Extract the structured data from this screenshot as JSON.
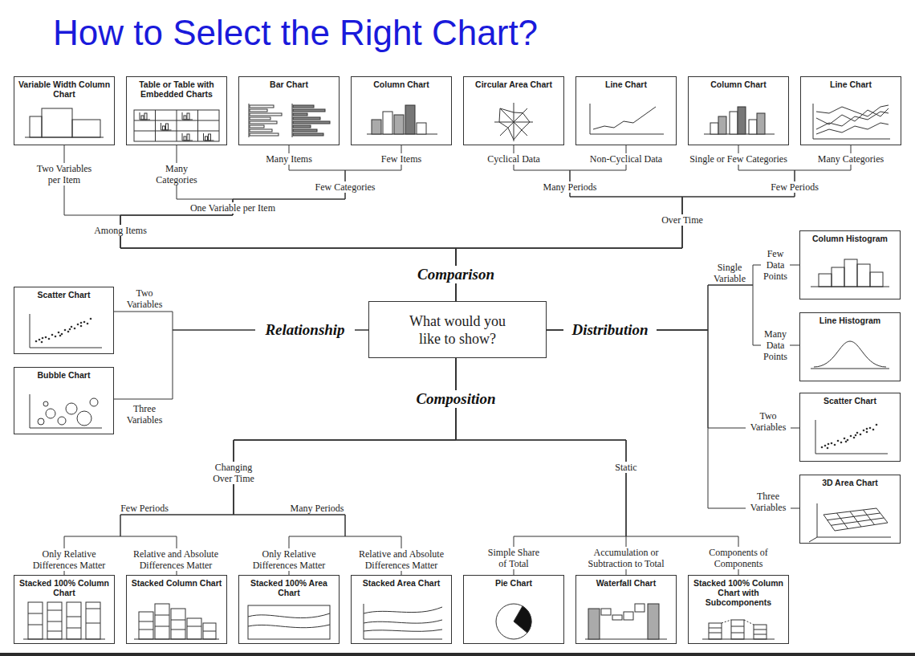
{
  "diagram": {
    "title": "How to Select the Right Chart?",
    "nodes": [
      {
        "text": [
          "Variable Width Column Chart"
        ]
      },
      {
        "text": [
          "Table or Table with Embedded Charts"
        ]
      },
      {
        "text": [
          "Bar Chart"
        ]
      },
      {
        "text": [
          "Column Chart"
        ]
      },
      {
        "text": [
          "Circular Area Chart"
        ]
      },
      {
        "text": [
          "Line Chart"
        ]
      },
      {
        "text": [
          "Column Chart"
        ]
      },
      {
        "text": [
          "Line Chart"
        ]
      },
      {
        "text": [
          "Column Histogram"
        ]
      },
      {
        "text": [
          "Scatter Chart"
        ]
      },
      {
        "text": [
          "What would you like to show?"
        ]
      },
      {
        "text": [
          "Line Histogram"
        ]
      },
      {
        "text": [
          "Bubble Chart"
        ]
      },
      {
        "text": [
          "Scatter Chart"
        ]
      },
      {
        "text": [
          "3D Area Chart"
        ]
      },
      {
        "text": [
          "Stacked 100% Column Chart"
        ]
      },
      {
        "text": [
          "Stacked Column Chart"
        ]
      },
      {
        "text": [
          "Stacked 100% Area Chart"
        ]
      },
      {
        "text": [
          "Stacked Area Chart"
        ]
      },
      {
        "text": [
          "Pie Chart"
        ]
      },
      {
        "text": [
          "Waterfall Chart"
        ]
      },
      {
        "text": [
          "Stacked 100% Column Chart with Subcomponents"
        ]
      }
    ],
    "edges": [
      {
        "from": 10,
        "to": 0,
        "arrow": "none"
      },
      {
        "from": 10,
        "to": 1,
        "arrow": "none"
      },
      {
        "from": 10,
        "to": 2,
        "arrow": "none"
      },
      {
        "from": 10,
        "to": 3,
        "arrow": "none"
      },
      {
        "from": 10,
        "to": 4,
        "arrow": "none"
      },
      {
        "from": 10,
        "to": 5,
        "arrow": "none"
      },
      {
        "from": 10,
        "to": 6,
        "arrow": "none"
      },
      {
        "from": 10,
        "to": 7,
        "arrow": "none"
      },
      {
        "from": 10,
        "to": 8,
        "arrow": "none"
      },
      {
        "from": 10,
        "to": 9,
        "arrow": "none"
      },
      {
        "from": 10,
        "to": 11,
        "arrow": "none"
      },
      {
        "from": 10,
        "to": 12,
        "arrow": "none"
      },
      {
        "from": 10,
        "to": 13,
        "arrow": "none"
      },
      {
        "from": 10,
        "to": 14,
        "arrow": "none"
      },
      {
        "from": 10,
        "to": 15,
        "arrow": "none"
      },
      {
        "from": 10,
        "to": 16,
        "arrow": "none"
      },
      {
        "from": 10,
        "to": 17,
        "arrow": "none"
      },
      {
        "from": 10,
        "to": 18,
        "arrow": "none"
      },
      {
        "from": 10,
        "to": 19,
        "arrow": "none"
      },
      {
        "from": 10,
        "to": 20,
        "arrow": "none"
      },
      {
        "from": 10,
        "to": 21,
        "arrow": "none"
      }
    ],
    "labels": [
      "Many Items",
      "Few Items",
      "Cyclical Data",
      "Non-Cyclical Data",
      "Single or Few Categories",
      "Many Categories",
      "Two Variables per Item",
      "Many Categories",
      "Few Categories",
      "Many Periods",
      "Few Periods",
      "One Variable per Item",
      "Over Time",
      "Among Items",
      "Few Data Points",
      "Comparison",
      "Single Variable",
      "Two Variables",
      "Relationship",
      "Distribution",
      "Many Data Points",
      "Composition",
      "Three Variables",
      "Two Variables",
      "Changing Over Time",
      "Static",
      "Three Variables",
      "Few Periods",
      "Many Periods",
      "Only Relative Differences Matter",
      "Relative and Absolute Differences Matter",
      "Only Relative Differences Matter",
      "Relative and Absolute Differences Matter",
      "Simple Share of Total",
      "Accumulation or Subtraction to Total",
      "Components of Components"
    ]
  }
}
